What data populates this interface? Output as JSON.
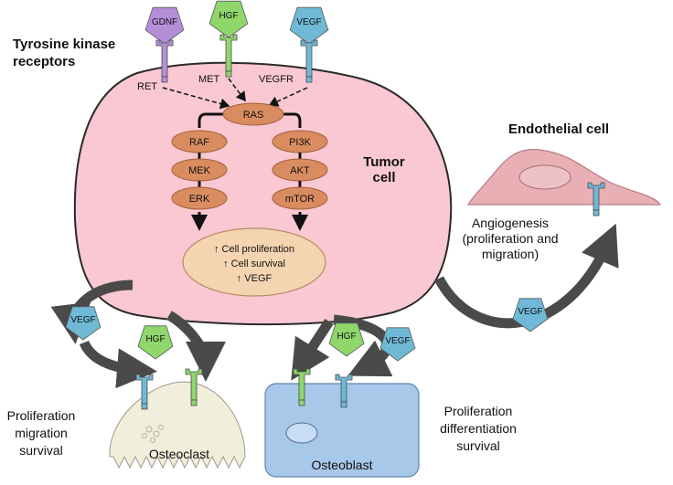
{
  "title_receptors": [
    "Tyrosine kinase",
    "receptors"
  ],
  "ligands": {
    "gdnf": {
      "label": "GDNF",
      "color": "#b48fd8"
    },
    "hgf": {
      "label": "HGF",
      "color": "#8fd66b"
    },
    "vegf": {
      "label": "VEGF",
      "color": "#6fb9d6"
    }
  },
  "receptors": {
    "ret": "RET",
    "met": "MET",
    "vegfr": "VEGFR"
  },
  "tumor": {
    "label": [
      "Tumor",
      "cell"
    ],
    "fill": "#f9c8d2",
    "ras": "RAS",
    "left_pathway": [
      "RAF",
      "MEK",
      "ERK"
    ],
    "right_pathway": [
      "PI3K",
      "AKT",
      "mTOR"
    ],
    "node_color": "#d98c5f",
    "outcomes": [
      "↑ Cell proliferation",
      "↑ Cell survival",
      "↑ VEGF"
    ],
    "outcome_color": "#f5d5b1"
  },
  "endothelial": {
    "title": "Endothelial cell",
    "process": [
      "Angiogenesis",
      "(proliferation and",
      "migration)"
    ],
    "fill": "#e8b0b4"
  },
  "osteoclast": {
    "label": "Osteoclast",
    "effects": [
      "Proliferation",
      "migration",
      "survival"
    ],
    "fill": "#f1eedc"
  },
  "osteoblast": {
    "label": "Osteoblast",
    "effects": [
      "Proliferation",
      "differentiation",
      "survival"
    ],
    "fill": "#a8c8ea"
  }
}
